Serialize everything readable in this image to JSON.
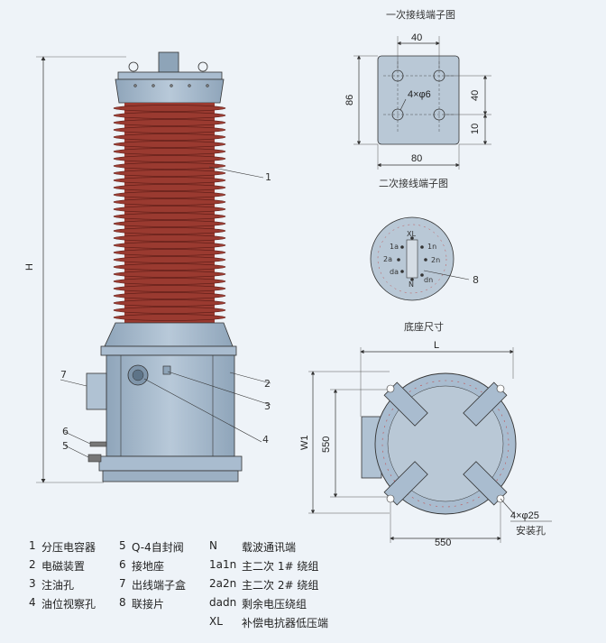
{
  "titles": {
    "primary_terminal": "一次接线端子图",
    "secondary_terminal": "二次接线端子图",
    "base_size": "底座尺寸"
  },
  "dimensions": {
    "H": "H",
    "L": "L",
    "W1": "W1",
    "d40_top": "40",
    "d40_right": "40",
    "d86": "86",
    "d10": "10",
    "d80": "80",
    "holes": "4×φ6",
    "d550_left": "550",
    "d550_bottom": "550",
    "mount_holes": "4×φ25",
    "mount_label": "安装孔"
  },
  "terminal_labels": {
    "XL": "XL",
    "N": "N",
    "a1": "1a",
    "n1": "1n",
    "a2": "2a",
    "n2": "2n",
    "da": "da",
    "dn": "dn"
  },
  "callouts": [
    "1",
    "2",
    "3",
    "4",
    "5",
    "6",
    "7",
    "8"
  ],
  "legend": {
    "left": [
      {
        "n": "1",
        "t": "分压电容器"
      },
      {
        "n": "2",
        "t": "电磁装置"
      },
      {
        "n": "3",
        "t": "注油孔"
      },
      {
        "n": "4",
        "t": "油位视察孔"
      }
    ],
    "mid": [
      {
        "n": "5",
        "t": "Q-4自封阀"
      },
      {
        "n": "6",
        "t": "接地座"
      },
      {
        "n": "7",
        "t": "出线端子盒"
      },
      {
        "n": "8",
        "t": "联接片"
      }
    ],
    "right": [
      {
        "k": "N",
        "t": "载波通讯端"
      },
      {
        "k": "1a1n",
        "t": "主二次 1# 绕组"
      },
      {
        "k": "2a2n",
        "t": "主二次 2# 绕组"
      },
      {
        "k": "dadn",
        "t": "剩余电压绕组"
      },
      {
        "k": "XL",
        "t": "补偿电抗器低压端"
      }
    ]
  },
  "colors": {
    "insulator": "#9a3a30",
    "metal": "#a9bccf",
    "plate": "#b9c8d6"
  }
}
